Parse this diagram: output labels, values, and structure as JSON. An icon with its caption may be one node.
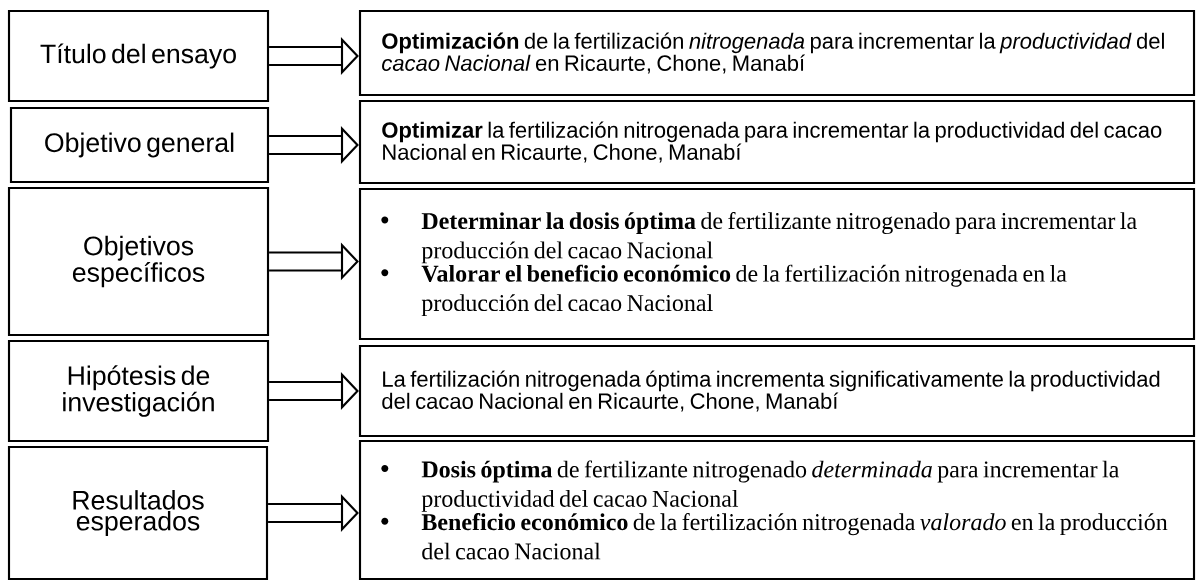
{
  "diagram": {
    "nodes": [
      {
        "text": [
          "Título del ensayo"
        ]
      },
      {
        "text": [
          "Objetivo general"
        ]
      },
      {
        "text": [
          "Objetivos específicos"
        ]
      },
      {
        "text": [
          "Hipótesis de investigación"
        ]
      },
      {
        "text": [
          "Resultados esperados"
        ]
      },
      {
        "text": [
          "**Optimización** de la fertilización *nitrogenada* para incrementar la *productividad* del *cacao Nacional* en Ricaurte, Chone, Manabí"
        ]
      },
      {
        "text": [
          "**Optimizar** la fertilización nitrogenada para incrementar la productividad del cacao Nacional en Ricaurte, Chone, Manabí"
        ]
      },
      {
        "text": [
          "**Determinar la dosis óptima** de fertilizante nitrogenado para incrementar la producción del cacao Nacional",
          "**Valorar el beneficio económico** de la fertilización nitrogenada en la producción del cacao Nacional"
        ]
      },
      {
        "text": [
          "La fertilización nitrogenada óptima incrementa significativamente la productividad del cacao Nacional en Ricaurte, Chone, Manabí"
        ]
      },
      {
        "text": [
          "**Dosis óptima** de fertilizante nitrogenado *determinada* para incrementar la productividad del cacao Nacional",
          "**Beneficio económico** de la fertilización nitrogenada *valorado* en la producción del cacao Nacional"
        ]
      }
    ],
    "edges": [
      {
        "from": 0,
        "to": 5,
        "arrow": "to"
      },
      {
        "from": 1,
        "to": 6,
        "arrow": "to"
      },
      {
        "from": 2,
        "to": 7,
        "arrow": "to"
      },
      {
        "from": 3,
        "to": 8,
        "arrow": "to"
      },
      {
        "from": 4,
        "to": 9,
        "arrow": "to"
      }
    ]
  }
}
